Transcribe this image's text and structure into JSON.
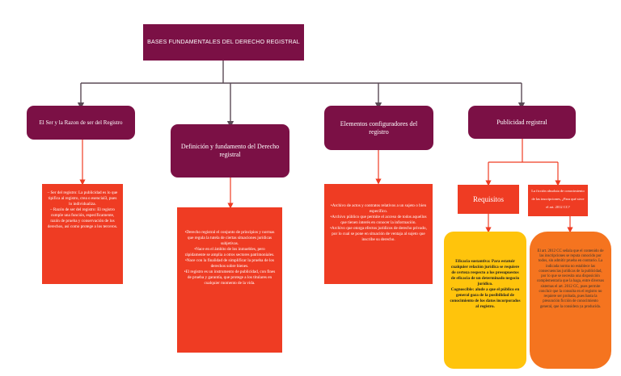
{
  "title": "BASES FUNDAMENTALES DEL DERECHO REGISTRAL",
  "categories": [
    {
      "label": "El Ser y la Razon de ser del Registro"
    },
    {
      "label": "Definición y fundamento del Derecho registral"
    },
    {
      "label": "Elementos configuradores del registro"
    },
    {
      "label": "Publicidad registral"
    }
  ],
  "details": {
    "ser_registro": "– Ser del registro: La publicidad es lo que tipifica al registro, crea o esencial3, pues lo individualiza.\n– Razón de ser del registro: El registro cumple una función, específicamente, razón de prueba y conservación de los derechos, así como protege a los terceros.",
    "definicion": "•Derecho registral el conjunto de principios y normas que regula la tutela de ciertas situaciones jurídicas subjetivas.\n•Nace en el ámbito de los inmuebles, pero rápidamente se amplia a otros sectores patrimoniales.\n•Nace con la finalidad de simplificar la prueba de los derechos sobre bienes.\n•El registro es un instrumento de publicidad, con fines de prueba y garantía, que protege a los titulares en cualquier momento de la vida.",
    "elementos": "•Archivo de actos y contratos relativos a un sujeto o bien específico.\n•Archivo público que permite el acceso de todos aquellos que tienen interés en conocer la información.\n•Archivo que otorga efectos jurídicos de derecho privado, por lo cual se pone en situación de ventaja al sujeto que inscribe su derecho.",
    "requisitos": "Requisitos",
    "ficcion": "La ficción absoluta de conocimiento de las inscripciones, ¿Para qué sirve el art. 2012 CC?",
    "eficacia": "Eficacia sustantiva: Para estatuir cualquier relación jurídica se requiere de certeza respecto a los presupuestos de eficacia de un determinado negocio jurídico.\nCognoscible: alude a que el público en general goza de la posibilidad de conocimiento de los datos incorporados al registro.",
    "art2012": "El art. 2012 CC señala que el contenido de las inscripciones se reputa conocido por todos, sin admitir prueba en contrario. La indicada norma no establece las consecuencias jurídicas de la publicidad, por lo que se necesita una disposición complementaria que la haga, entre diversos sistemas el art. 2012 CC, pues permite concluir que la consulta en el registro no requiere ser probada, pues basta la presunción ficción de conocimiento general, que la considera ya producida."
  },
  "colors": {
    "maroon": "#7b1045",
    "red": "#ef3c23",
    "orange": "#f5741f",
    "yellow": "#ffc40c",
    "connector": "#5a4a55",
    "connector_red": "#ef3c23"
  }
}
